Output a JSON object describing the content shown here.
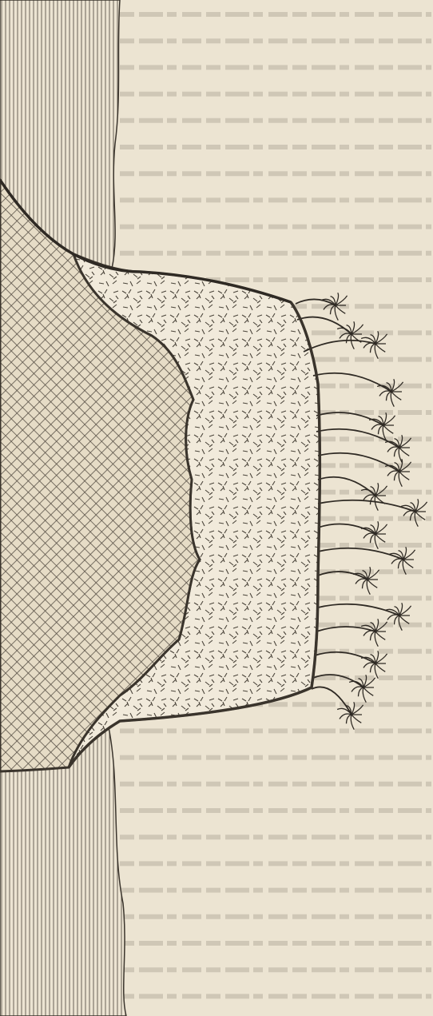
{
  "figure": {
    "description_visible_text": "",
    "colors": {
      "paper": "#ece4d2",
      "ink": "#3a342c",
      "page_text_faint": "#9a9284",
      "crosshatch": "#5a5248",
      "stipple": "#4a443a",
      "palm": "#2f2a24"
    },
    "layers": [
      {
        "name": "water-hatching-top",
        "pattern": "vertical-lines"
      },
      {
        "name": "water-hatching-bottom",
        "pattern": "vertical-lines"
      },
      {
        "name": "rock-core",
        "pattern": "crosshatch"
      },
      {
        "name": "reef-sand",
        "pattern": "stipple"
      },
      {
        "name": "palm-fringe",
        "pattern": "palms"
      }
    ],
    "background_text_lines": 38
  }
}
